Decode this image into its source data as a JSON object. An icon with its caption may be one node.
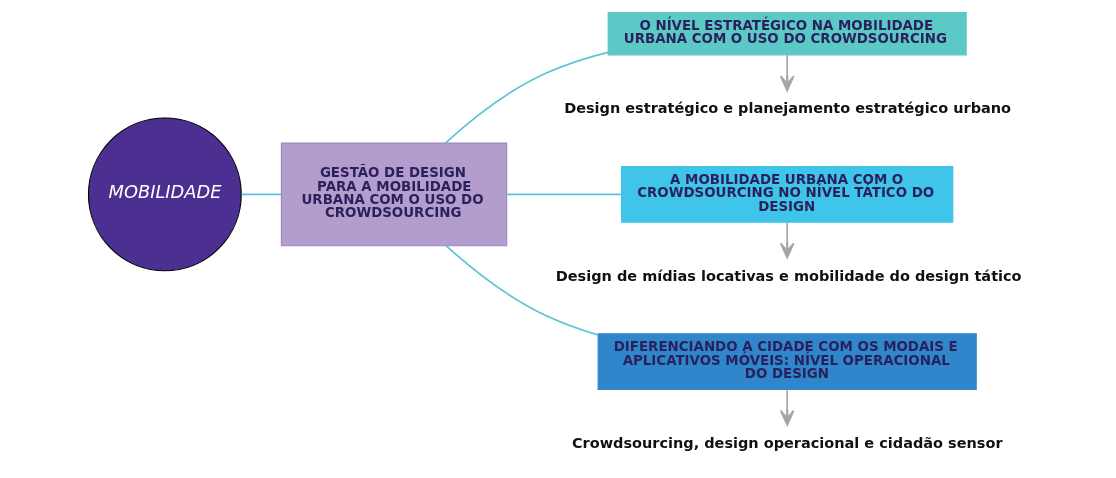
{
  "diagram": {
    "nodes": [
      {
        "text": [
          "MOBILIDADE"
        ]
      },
      {
        "text": [
          "GESTÃO DE DESIGN PARA A MOBILIDADE URBANA COM O USO DO CROWDSOURCING"
        ]
      },
      {
        "text": [
          "O NÍVEL ESTRATÉGICO NA MOBILIDADE URBANA COM O USO DO CROWDSOURCING"
        ]
      },
      {
        "text": [
          "Design estratégico e planejamento estratégico urbano"
        ]
      },
      {
        "text": [
          "A MOBILIDADE URBANA COM O CROWDSOURCING NO NÍVEL TÁTICO DO DESIGN"
        ]
      },
      {
        "text": [
          "Design de mídias locativas e mobilidade do design tático"
        ]
      },
      {
        "text": [
          "DIFERENCIANDO A CIDADE COM OS MODAIS E APLICATIVOS MÓVEIS: NÍVEL OPERACIONAL DO DESIGN"
        ]
      },
      {
        "text": [
          "Crowdsourcing, design operacional e cidadão sensor"
        ]
      }
    ],
    "edges": [
      {
        "from": 0,
        "to": 1,
        "arrow": "none"
      },
      {
        "from": 1,
        "to": 2,
        "arrow": "none"
      },
      {
        "from": 1,
        "to": 4,
        "arrow": "none"
      },
      {
        "from": 1,
        "to": 6,
        "arrow": "none"
      },
      {
        "from": 2,
        "to": 3,
        "arrow": "to",
        "color": "#a6a6a6"
      },
      {
        "from": 4,
        "to": 5,
        "arrow": "to",
        "color": "#a6a6a6"
      },
      {
        "from": 6,
        "to": 7,
        "arrow": "to",
        "color": "#a6a6a6"
      }
    ]
  }
}
